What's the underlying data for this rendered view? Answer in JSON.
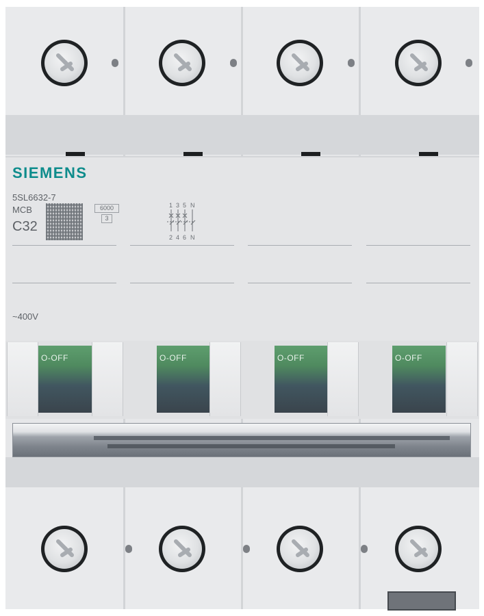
{
  "product": {
    "brand": "SIEMENS",
    "article_number": "5SL6632-7",
    "device_type": "MCB",
    "characteristic_rating": "C32",
    "breaking_capacity": "6000",
    "energy_class": "3",
    "voltage": "~400V"
  },
  "diagram": {
    "top_terminals": [
      "1",
      "3",
      "5",
      "N"
    ],
    "bottom_terminals": [
      "2",
      "4",
      "6",
      "N"
    ]
  },
  "handles": [
    {
      "state_label": "O-OFF"
    },
    {
      "state_label": "O-OFF"
    },
    {
      "state_label": "O-OFF"
    },
    {
      "state_label": "O-OFF"
    }
  ],
  "colors": {
    "brand_teal": "#0e8c8c",
    "housing": "#e6e7e9",
    "off_indicator_green": "#5e9e6e"
  }
}
